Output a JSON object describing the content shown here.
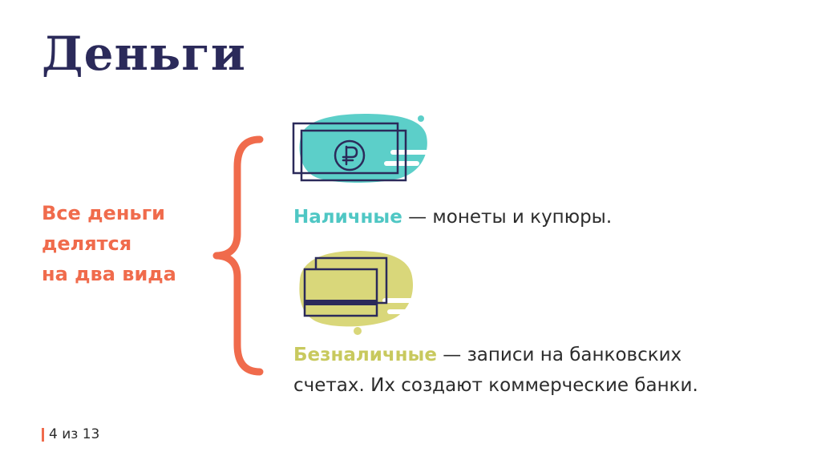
{
  "title": "Деньги",
  "left_text": {
    "line1": "Все деньги",
    "line2": "делятся",
    "line3": "на два вида"
  },
  "cash": {
    "term": "Наличные",
    "rest": " — монеты и купюры.",
    "icon": "banknote-ruble-icon"
  },
  "cashless": {
    "term": "Безналичные",
    "rest1": " — записи на банковских",
    "line2": "счетах. Их создают коммерческие банки.",
    "icon": "bank-card-icon"
  },
  "footer": {
    "page": "4 из 13"
  },
  "colors": {
    "title": "#2b2a5a",
    "accent_orange": "#f06b4c",
    "cash_teal": "#4fc7c4",
    "card_yellow": "#d9d77a"
  }
}
